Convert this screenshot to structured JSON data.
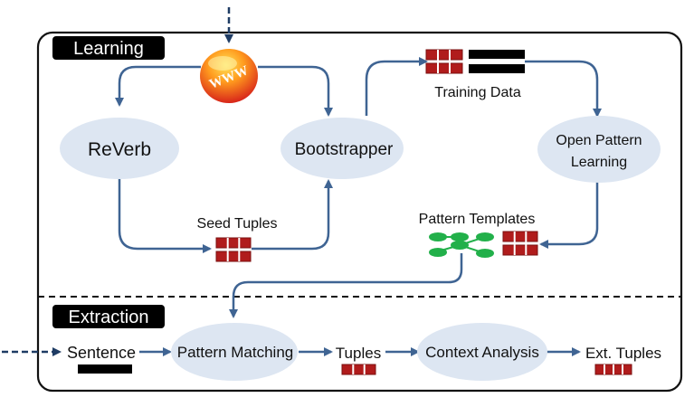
{
  "sections": {
    "learning": "Learning",
    "extraction": "Extraction"
  },
  "nodes": {
    "www": "WWW",
    "reverb": "ReVerb",
    "bootstrapper": "Bootstrapper",
    "open_pattern_line1": "Open Pattern",
    "open_pattern_line2": "Learning",
    "pattern_matching": "Pattern Matching",
    "context_analysis": "Context Analysis"
  },
  "labels": {
    "training_data": "Training Data",
    "seed_tuples": "Seed Tuples",
    "pattern_templates": "Pattern Templates",
    "sentence": "Sentence",
    "tuples": "Tuples",
    "ext_tuples": "Ext. Tuples"
  },
  "colors": {
    "node_fill": "#dde6f2",
    "arrow": "#3f6493",
    "tuple_red": "#b01c1c",
    "tuple_dark": "#7a0f0f",
    "tag_bg": "#000000",
    "tree_green": "#22b04a"
  }
}
